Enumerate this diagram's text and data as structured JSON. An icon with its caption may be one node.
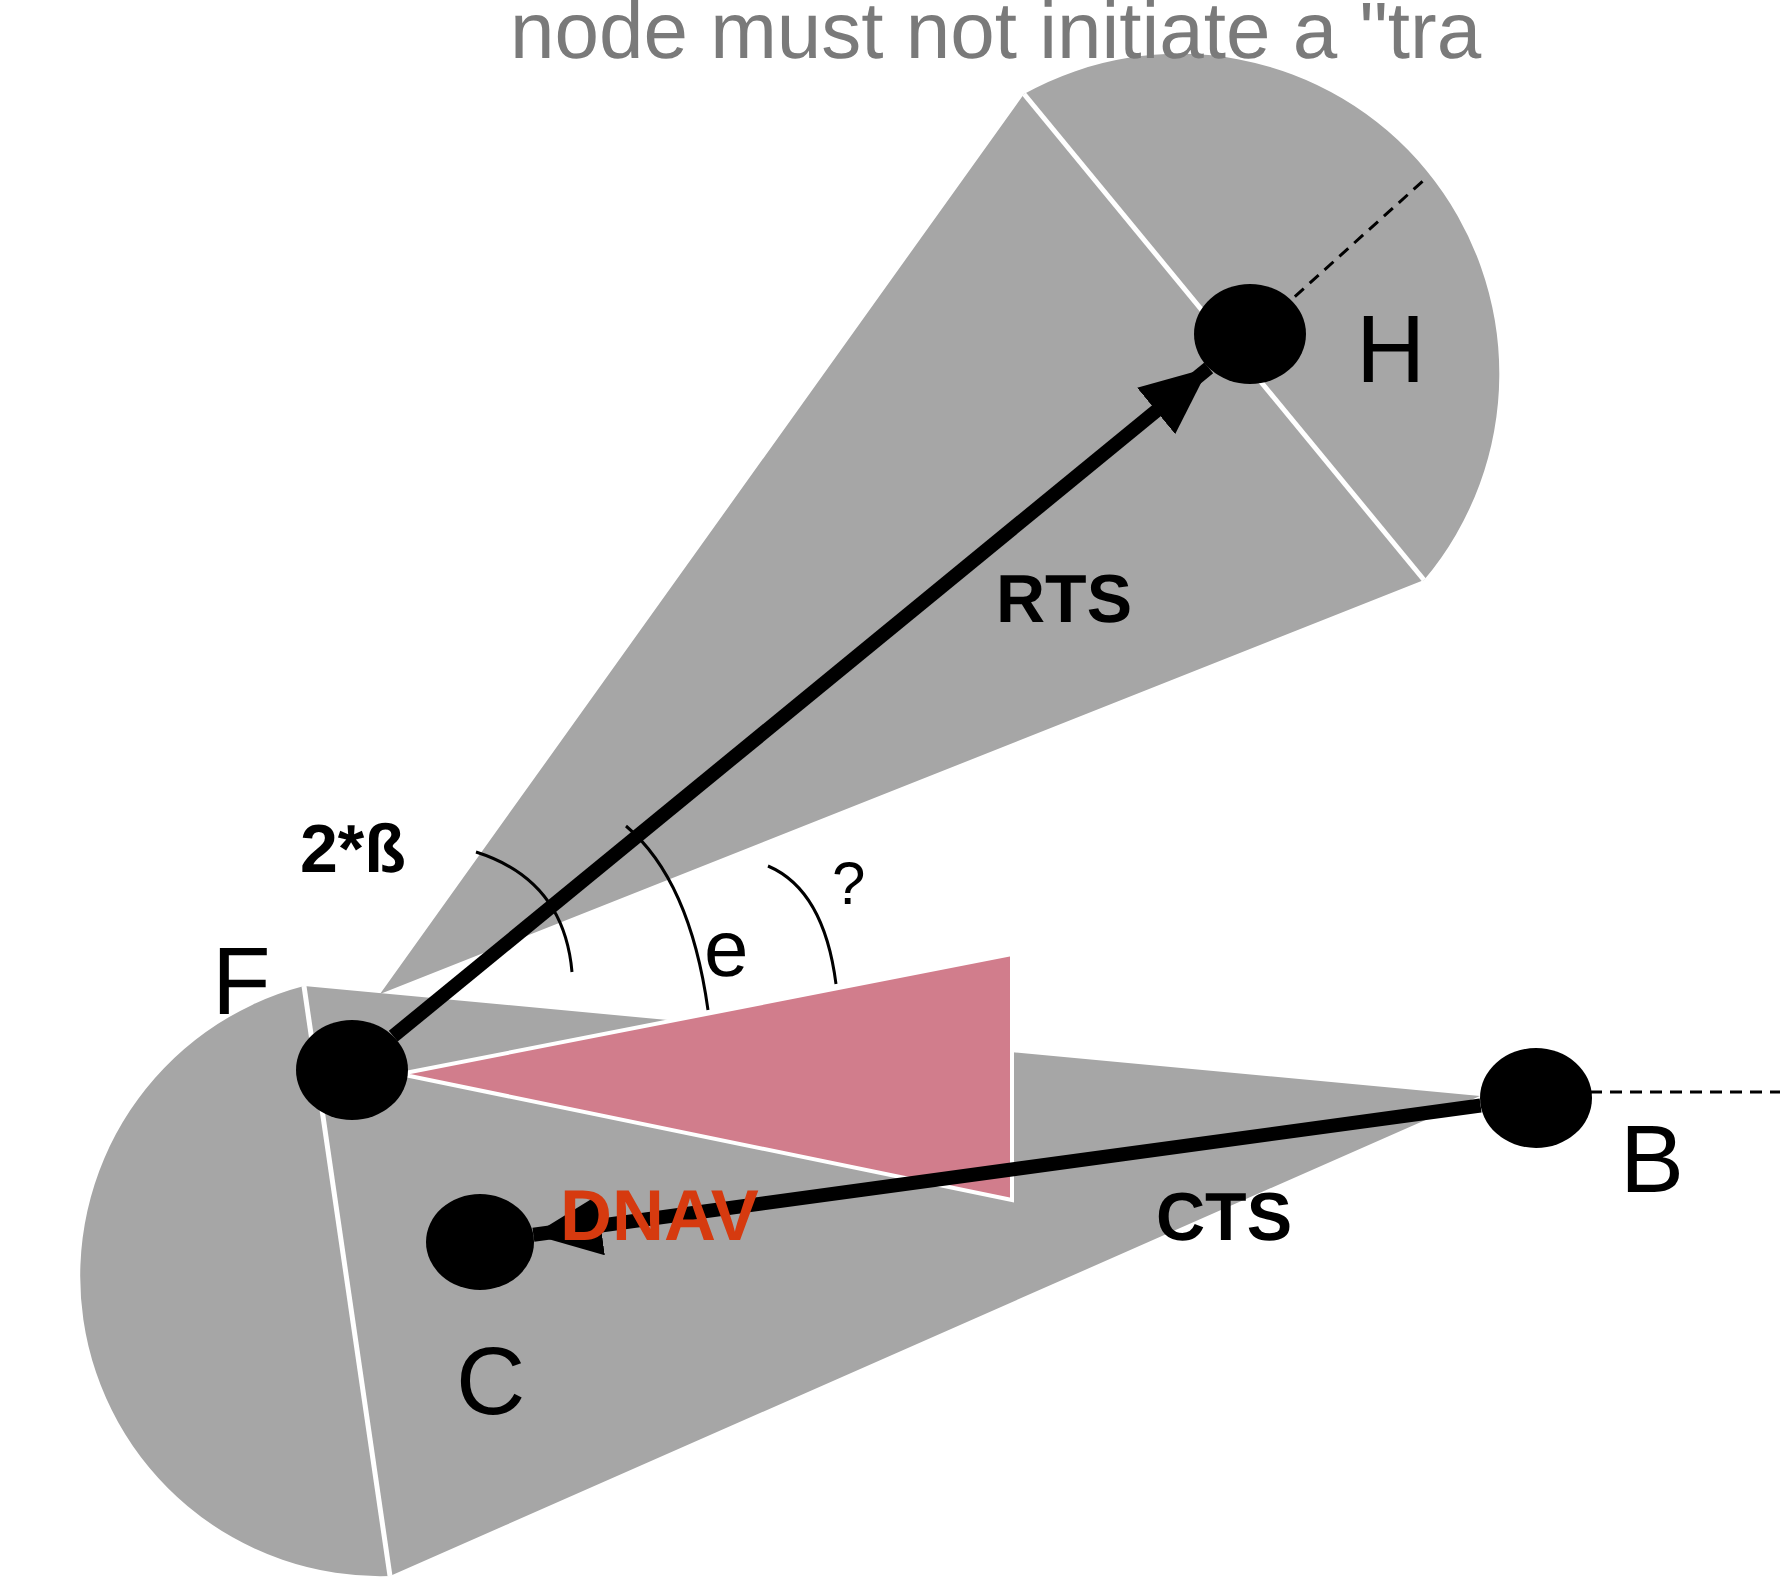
{
  "diagram": {
    "nodes": [
      {
        "text": [],
        "shape": "circle",
        "beside": [
          "H"
        ]
      },
      {
        "text": [],
        "shape": "circle",
        "beside": [
          "F"
        ]
      },
      {
        "text": [],
        "shape": "circle",
        "beside": [
          "B"
        ]
      },
      {
        "text": [],
        "shape": "circle",
        "beside": [
          "C"
        ]
      }
    ],
    "edges": [
      {
        "from": 1,
        "to": 0,
        "arrow": "to",
        "label": "RTS"
      },
      {
        "from": 2,
        "to": 3,
        "arrow": "to",
        "label": "CTS"
      }
    ],
    "labels": [
      "node must not initiate a \"tra",
      "2*ß",
      "e",
      "?",
      "DNAV"
    ]
  }
}
